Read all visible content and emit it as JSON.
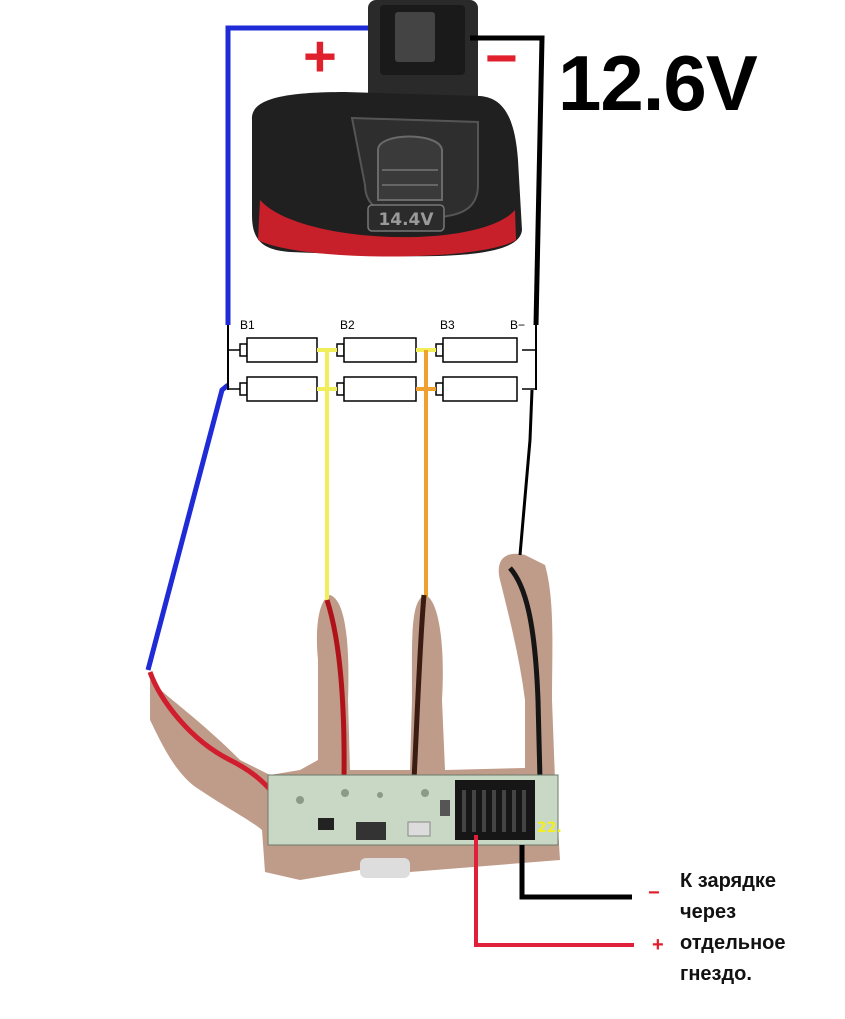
{
  "voltage_label": "12.6V",
  "battery_label": "14.4V",
  "polarity": {
    "plus": "+",
    "minus": "−"
  },
  "cell_groups": [
    "B1",
    "B2",
    "B3",
    "B−"
  ],
  "board_number": "22.",
  "charger_note": [
    "К зарядке",
    "через",
    "отдельное",
    "гнездо."
  ],
  "charger_signs": {
    "minus": "−",
    "plus": "+"
  },
  "colors": {
    "positive": "#1e2bd6",
    "negative": "#000000",
    "b2_tap": "#f2ee5a",
    "b3_tap": "#f0a030",
    "plus_sign": "#e0202c",
    "charger_plus_wire": "#e0203a",
    "board": "#c9d8c4",
    "cardboard": "#b48a74"
  }
}
